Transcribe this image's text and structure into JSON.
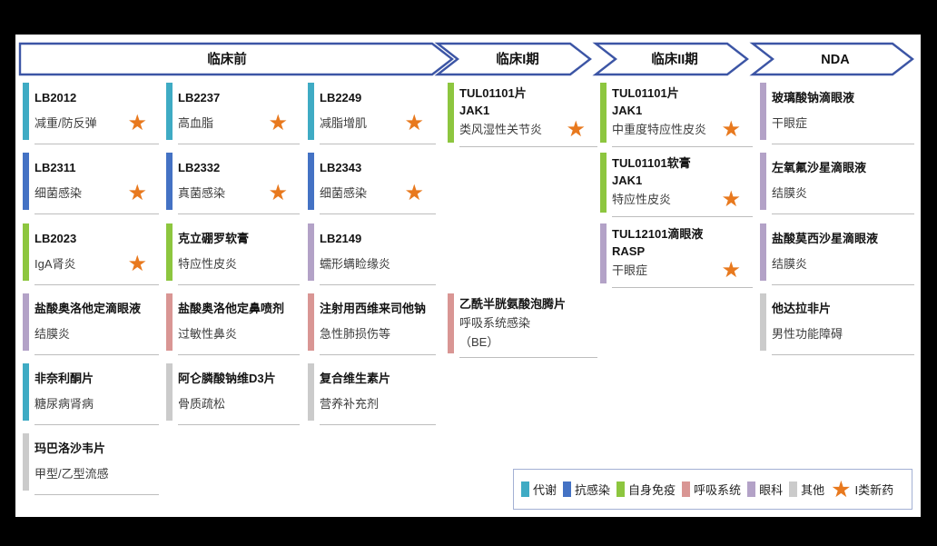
{
  "stages": [
    {
      "label": "临床前"
    },
    {
      "label": "临床I期"
    },
    {
      "label": "临床II期"
    },
    {
      "label": "NDA"
    }
  ],
  "categories": {
    "代谢": "#3fabc4",
    "抗感染": "#4472c4",
    "自身免疫": "#8dc63f",
    "呼吸系统": "#d99694",
    "眼科": "#b3a2c7",
    "其他": "#cbcbcb"
  },
  "accent_colors": {
    "stage_arrow_border": "#3c55a5",
    "star_orange": "#e8791e",
    "card_underline": "#bdbdbd"
  },
  "icons": {
    "star": "★"
  },
  "columns": [
    {
      "stage": "临床前",
      "cards": [
        {
          "name_lines": [
            "LB2012"
          ],
          "indication_lines": [
            "减重/防反弹"
          ],
          "category": "代谢",
          "class1_new_drug": true,
          "row": 0
        },
        {
          "name_lines": [
            "LB2311"
          ],
          "indication_lines": [
            "细菌感染"
          ],
          "category": "抗感染",
          "class1_new_drug": true,
          "row": 1
        },
        {
          "name_lines": [
            "LB2023"
          ],
          "indication_lines": [
            "IgA肾炎"
          ],
          "category": "自身免疫",
          "class1_new_drug": true,
          "row": 2
        },
        {
          "name_lines": [
            "盐酸奥洛他定滴眼液"
          ],
          "indication_lines": [
            "结膜炎"
          ],
          "category": "眼科",
          "class1_new_drug": false,
          "row": 3
        },
        {
          "name_lines": [
            "非奈利酮片"
          ],
          "indication_lines": [
            "糖尿病肾病"
          ],
          "category": "代谢",
          "class1_new_drug": false,
          "row": 4
        },
        {
          "name_lines": [
            "玛巴洛沙韦片"
          ],
          "indication_lines": [
            "甲型/乙型流感"
          ],
          "category": "其他",
          "class1_new_drug": false,
          "row": 5
        }
      ]
    },
    {
      "stage": "临床前",
      "cards": [
        {
          "name_lines": [
            "LB2237"
          ],
          "indication_lines": [
            "高血脂"
          ],
          "category": "代谢",
          "class1_new_drug": true,
          "row": 0
        },
        {
          "name_lines": [
            "LB2332"
          ],
          "indication_lines": [
            "真菌感染"
          ],
          "category": "抗感染",
          "class1_new_drug": true,
          "row": 1
        },
        {
          "name_lines": [
            "克立硼罗软膏"
          ],
          "indication_lines": [
            "特应性皮炎"
          ],
          "category": "自身免疫",
          "class1_new_drug": false,
          "row": 2
        },
        {
          "name_lines": [
            "盐酸奥洛他定鼻喷剂"
          ],
          "indication_lines": [
            "过敏性鼻炎"
          ],
          "category": "呼吸系统",
          "class1_new_drug": false,
          "row": 3
        },
        {
          "name_lines": [
            "阿仑膦酸钠维D3片"
          ],
          "indication_lines": [
            "骨质疏松"
          ],
          "category": "其他",
          "class1_new_drug": false,
          "row": 4
        }
      ]
    },
    {
      "stage": "临床前",
      "cards": [
        {
          "name_lines": [
            "LB2249"
          ],
          "indication_lines": [
            "减脂增肌"
          ],
          "category": "代谢",
          "class1_new_drug": true,
          "row": 0
        },
        {
          "name_lines": [
            "LB2343"
          ],
          "indication_lines": [
            "细菌感染"
          ],
          "category": "抗感染",
          "class1_new_drug": true,
          "row": 1
        },
        {
          "name_lines": [
            "LB2149"
          ],
          "indication_lines": [
            "蠕形螨睑缘炎"
          ],
          "category": "眼科",
          "class1_new_drug": false,
          "row": 2
        },
        {
          "name_lines": [
            "注射用西维来司他钠"
          ],
          "indication_lines": [
            "急性肺损伤等"
          ],
          "category": "呼吸系统",
          "class1_new_drug": false,
          "row": 3
        },
        {
          "name_lines": [
            "复合维生素片"
          ],
          "indication_lines": [
            "营养补充剂"
          ],
          "category": "其他",
          "class1_new_drug": false,
          "row": 4
        }
      ]
    },
    {
      "stage": "临床I期",
      "cards": [
        {
          "name_lines": [
            "TUL01101片",
            "JAK1"
          ],
          "indication_lines": [
            "类风湿性关节炎"
          ],
          "category": "自身免疫",
          "class1_new_drug": true,
          "row": 0
        },
        {
          "name_lines": [
            "乙酰半胱氨酸泡腾片"
          ],
          "indication_lines": [
            "呼吸系统感染",
            "（BE）"
          ],
          "category": "呼吸系统",
          "class1_new_drug": false,
          "row": 3
        }
      ]
    },
    {
      "stage": "临床II期",
      "cards": [
        {
          "name_lines": [
            "TUL01101片",
            "JAK1"
          ],
          "indication_lines": [
            "中重度特应性皮炎"
          ],
          "category": "自身免疫",
          "class1_new_drug": true,
          "row": 0
        },
        {
          "name_lines": [
            "TUL01101软膏",
            "JAK1"
          ],
          "indication_lines": [
            "特应性皮炎"
          ],
          "category": "自身免疫",
          "class1_new_drug": true,
          "row": 1
        },
        {
          "name_lines": [
            "TUL12101滴眼液",
            "RASP"
          ],
          "indication_lines": [
            "干眼症"
          ],
          "category": "眼科",
          "class1_new_drug": true,
          "row": 2
        }
      ]
    },
    {
      "stage": "NDA",
      "cards": [
        {
          "name_lines": [
            "玻璃酸钠滴眼液"
          ],
          "indication_lines": [
            "干眼症"
          ],
          "category": "眼科",
          "class1_new_drug": false,
          "row": 0
        },
        {
          "name_lines": [
            "左氧氟沙星滴眼液"
          ],
          "indication_lines": [
            "结膜炎"
          ],
          "category": "眼科",
          "class1_new_drug": false,
          "row": 1
        },
        {
          "name_lines": [
            "盐酸莫西沙星滴眼液"
          ],
          "indication_lines": [
            "结膜炎"
          ],
          "category": "眼科",
          "class1_new_drug": false,
          "row": 2
        },
        {
          "name_lines": [
            "他达拉非片"
          ],
          "indication_lines": [
            "男性功能障碍"
          ],
          "category": "其他",
          "class1_new_drug": false,
          "row": 3
        }
      ]
    }
  ],
  "legend": {
    "items": [
      {
        "label": "代谢"
      },
      {
        "label": "抗感染"
      },
      {
        "label": "自身免疫"
      },
      {
        "label": "呼吸系统"
      },
      {
        "label": "眼科"
      },
      {
        "label": "其他"
      }
    ],
    "star_label": "I类新药"
  }
}
